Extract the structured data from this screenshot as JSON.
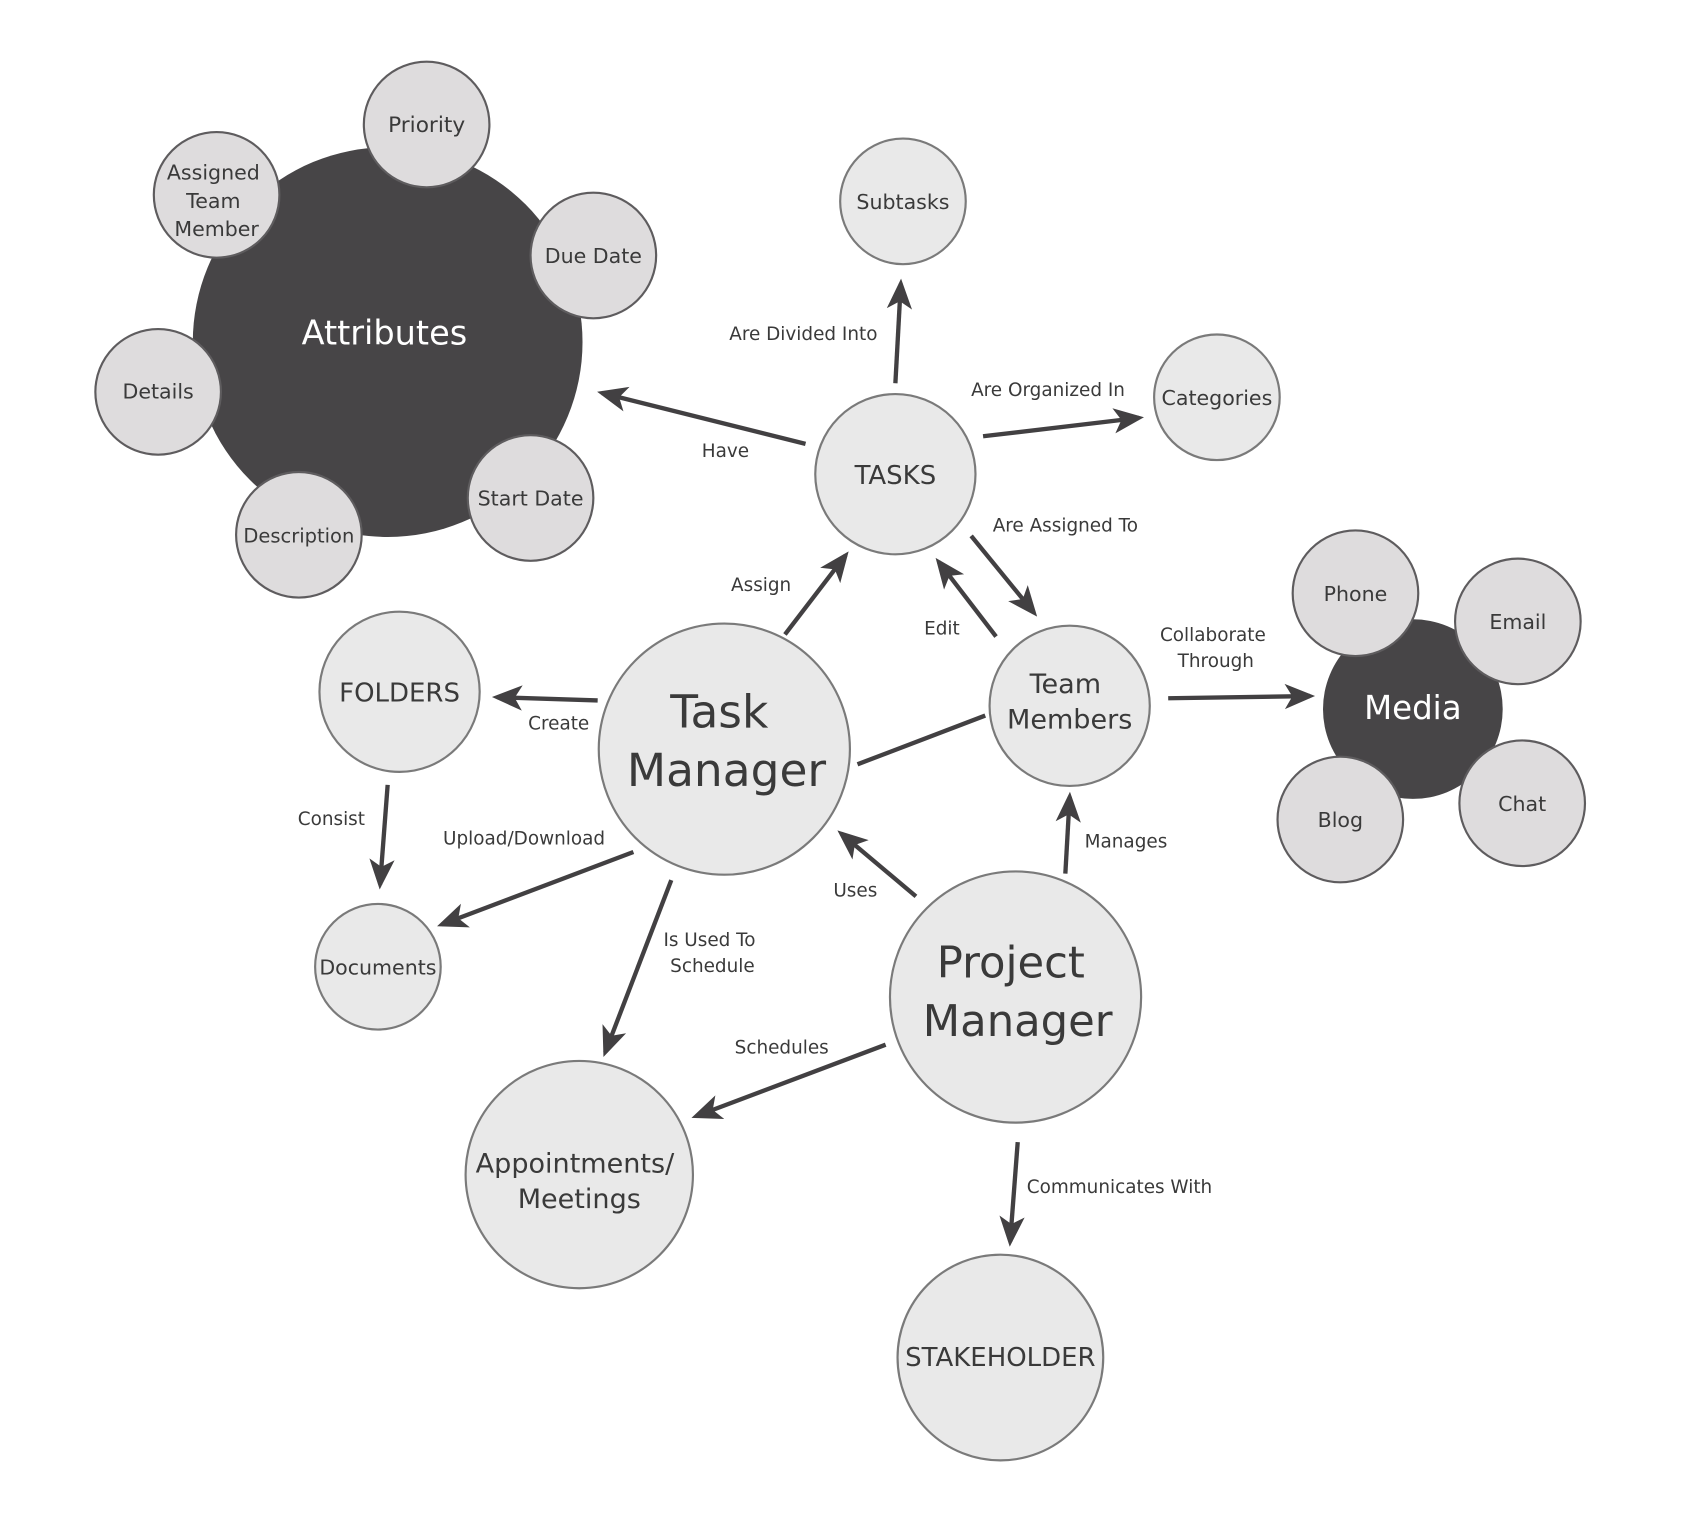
{
  "nodes": {
    "attributes": "Attributes",
    "priority": "Priority",
    "assigned_team_member": [
      "Assigned",
      "Team",
      "Member"
    ],
    "due_date": "Due Date",
    "details": "Details",
    "start_date": "Start Date",
    "description": "Description",
    "subtasks": "Subtasks",
    "categories": "Categories",
    "tasks": "TASKS",
    "folders": "FOLDERS",
    "task_manager": [
      "Task",
      "Manager"
    ],
    "team_members": [
      "Team",
      "Members"
    ],
    "media": "Media",
    "phone": "Phone",
    "email": "Email",
    "blog": "Blog",
    "chat": "Chat",
    "documents": "Documents",
    "project_manager": [
      "Project",
      "Manager"
    ],
    "appointments": [
      "Appointments/",
      "Meetings"
    ],
    "stakeholder": "STAKEHOLDER"
  },
  "edges": {
    "have": "Have",
    "are_divided_into": "Are Divided Into",
    "are_organized_in": "Are Organized In",
    "are_assigned_to": "Are Assigned To",
    "edit": "Edit",
    "assign": "Assign",
    "collaborate_through": [
      "Collaborate",
      "Through"
    ],
    "create": "Create",
    "consist": "Consist",
    "upload_download": "Upload/Download",
    "is_used_to_schedule": [
      "Is Used To",
      "Schedule"
    ],
    "uses": "Uses",
    "manages": "Manages",
    "schedules": "Schedules",
    "communicates_with": "Communicates With"
  },
  "colors": {
    "dark_node": "#474547",
    "light_node": "#dedcdd",
    "pale_node": "#e9e9e9",
    "edge": "#424042"
  }
}
